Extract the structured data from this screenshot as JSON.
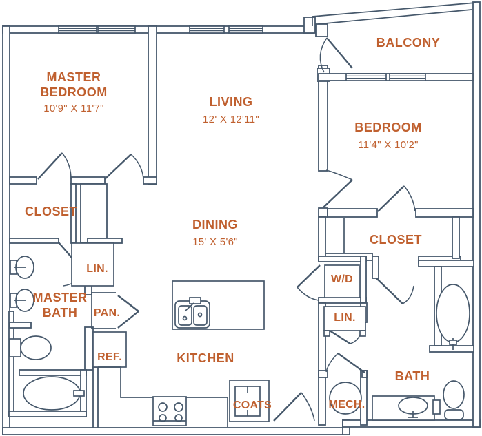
{
  "plan": {
    "title": "apartment-floor-plan",
    "colors": {
      "wall": "#46586b",
      "label": "#c0602f",
      "background": "#ffffff"
    },
    "rooms": {
      "master_bedroom": {
        "name_line1": "MASTER",
        "name_line2": "BEDROOM",
        "dims": "10'9\" X 11'7\""
      },
      "living": {
        "name": "LIVING",
        "dims": "12' X 12'11\""
      },
      "balcony": {
        "name": "BALCONY"
      },
      "bedroom": {
        "name": "BEDROOM",
        "dims": "11'4\" X 10'2\""
      },
      "master_closet": {
        "name": "CLOSET"
      },
      "bedroom_closet": {
        "name": "CLOSET"
      },
      "dining": {
        "name": "DINING",
        "dims": "15' X 5'6\""
      },
      "master_bath": {
        "name_line1": "MASTER",
        "name_line2": "BATH"
      },
      "kitchen": {
        "name": "KITCHEN"
      },
      "bath": {
        "name": "BATH"
      },
      "linen_hall": {
        "name": "LIN."
      },
      "linen_2": {
        "name": "LIN."
      },
      "pantry": {
        "name": "PAN."
      },
      "refrigerator": {
        "name": "REF."
      },
      "washer_dryer": {
        "name": "W/D"
      },
      "mechanical": {
        "name": "MECH."
      },
      "coats": {
        "name": "COATS"
      }
    }
  }
}
